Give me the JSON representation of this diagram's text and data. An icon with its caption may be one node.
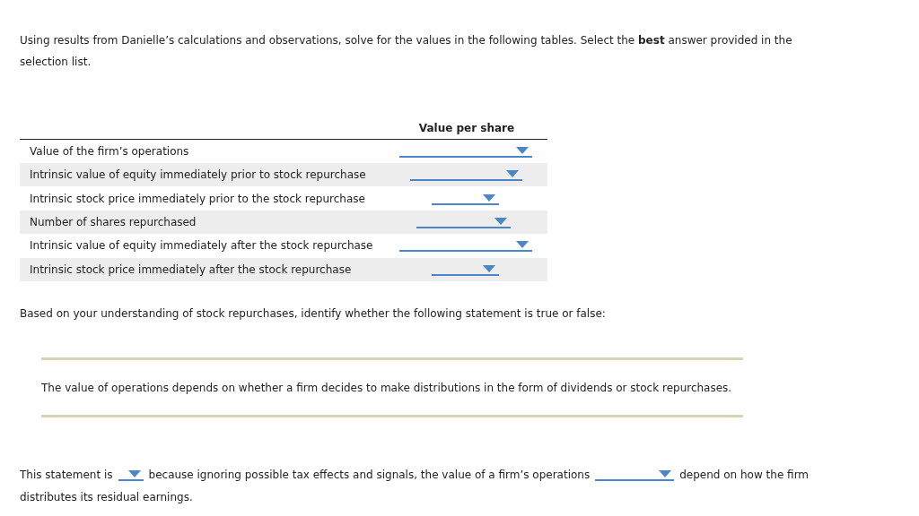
{
  "diagram": {
    "labels": [
      "Using results from Danielle’s calculations and observations, solve for the values in the following tables. Select the **best** answer provided in the selection list.",
      "Value per share",
      "Value of the firm’s operations",
      "Intrinsic value of equity immediately prior to stock repurchase",
      "Intrinsic stock price immediately prior to the stock repurchase",
      "Number of shares repurchased",
      "Intrinsic value of equity immediately after the stock repurchase",
      "Intrinsic stock price immediately after the stock repurchase",
      "Based on your understanding of stock repurchases, identify whether the following statement is true or false:",
      "The value of operations depends on whether a firm decides to make distributions in the form of dividends or stock repurchases.",
      "This statement is",
      "because ignoring possible tax effects and signals, the value of a firm’s operations",
      "depend on how the firm distributes its residual earnings."
    ]
  }
}
